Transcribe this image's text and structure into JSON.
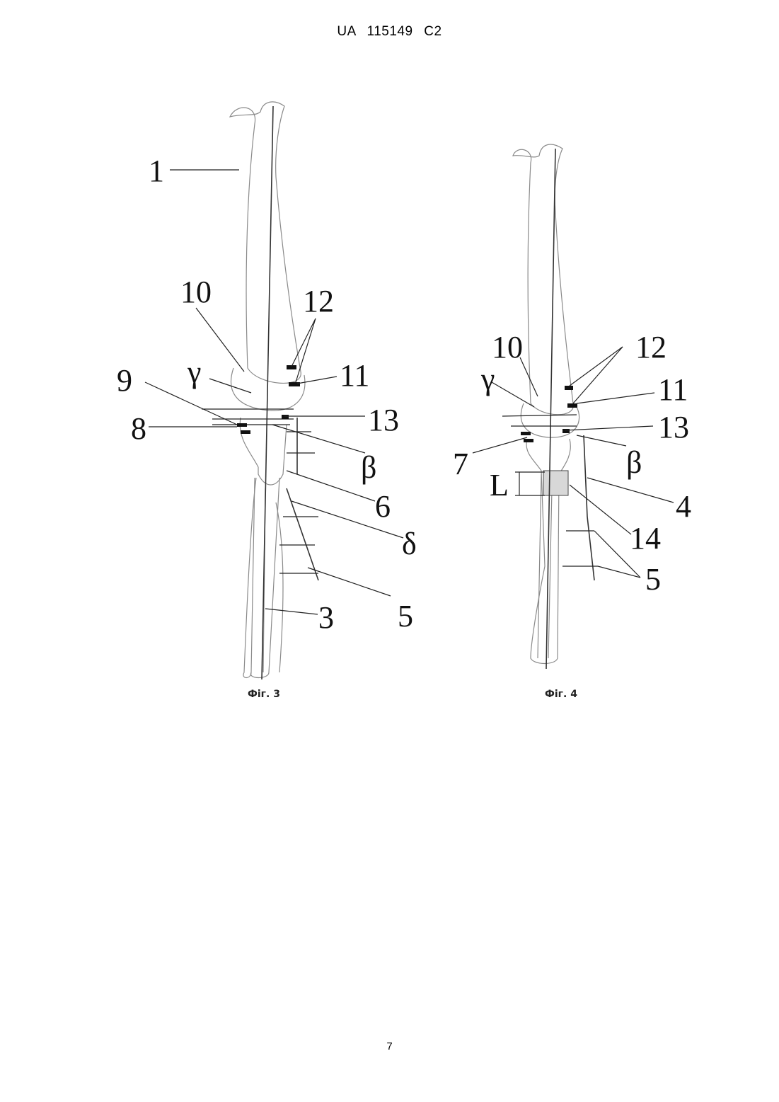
{
  "header": {
    "doc_no": "UA   115149   C2"
  },
  "fig3": {
    "caption": "Фіг. 3",
    "labels": {
      "l1": "1",
      "l10": "10",
      "l12": "12",
      "lgamma": "γ",
      "l11": "11",
      "l9": "9",
      "l13": "13",
      "l8": "8",
      "lbeta": "β",
      "l6": "6",
      "ldelta": "δ",
      "l5": "5",
      "l3": "3"
    }
  },
  "fig4": {
    "caption": "Фіг. 4",
    "labels": {
      "l10": "10",
      "l12": "12",
      "lgamma": "γ",
      "l11": "11",
      "l13": "13",
      "l7": "7",
      "lbeta": "β",
      "lL": "L",
      "l4": "4",
      "l14": "14",
      "l5": "5"
    }
  },
  "footer": {
    "page_number": "7"
  }
}
